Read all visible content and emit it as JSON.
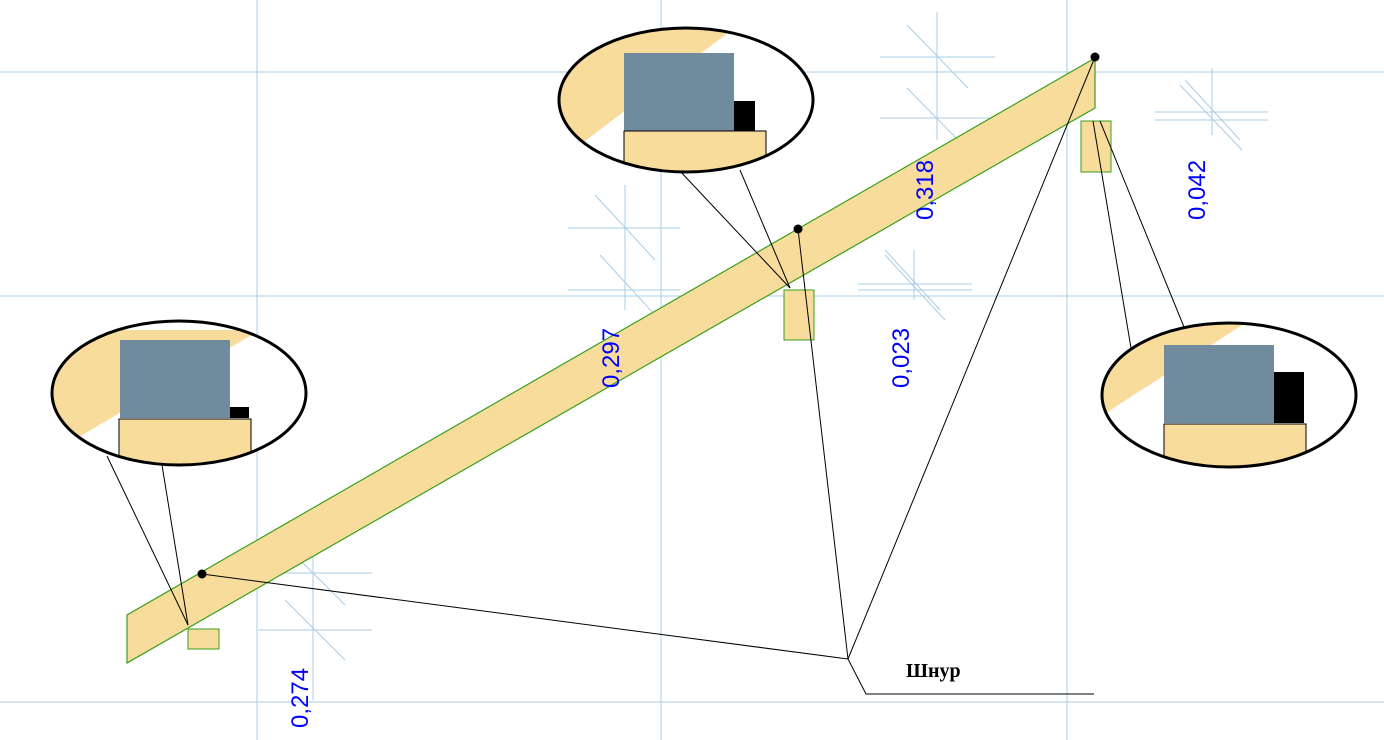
{
  "colors": {
    "grid": "#a9cde6",
    "beam_fill": "#f7dc9c",
    "beam_stroke": "#3aa01a",
    "sheet": "#708a9e",
    "dim_text": "#0000ff",
    "line": "#000000"
  },
  "dimensions": [
    {
      "id": "dim-1",
      "text": "0,274"
    },
    {
      "id": "dim-2",
      "text": "0,297"
    },
    {
      "id": "dim-3",
      "text": "0,023"
    },
    {
      "id": "dim-4",
      "text": "0,318"
    },
    {
      "id": "dim-5",
      "text": "0,042"
    }
  ],
  "callout_label": "Шнур"
}
